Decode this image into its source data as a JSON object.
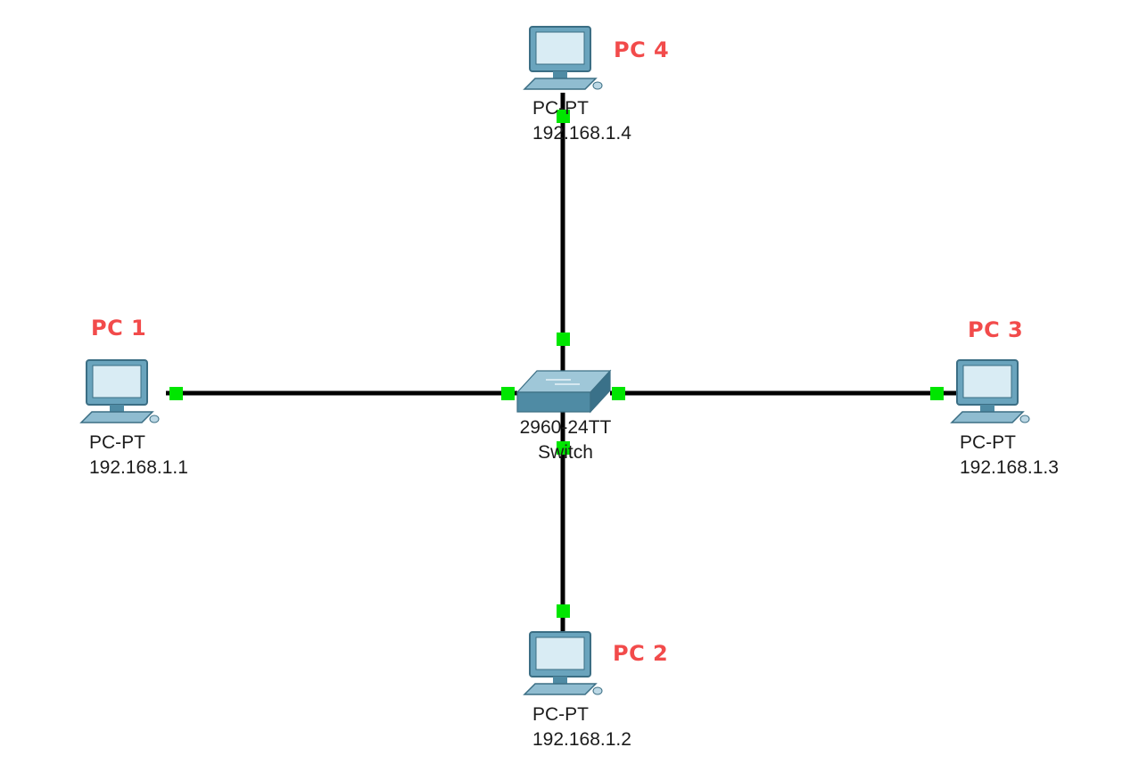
{
  "diagram": {
    "switch": {
      "model": "2960-24TT",
      "type": "Switch"
    },
    "pcs": [
      {
        "id": "pc1",
        "name": "PC 1",
        "model": "PC-PT",
        "ip": "192.168.1.1"
      },
      {
        "id": "pc2",
        "name": "PC 2",
        "model": "PC-PT",
        "ip": "192.168.1.2"
      },
      {
        "id": "pc3",
        "name": "PC 3",
        "model": "PC-PT",
        "ip": "192.168.1.3"
      },
      {
        "id": "pc4",
        "name": "PC 4",
        "model": "PC-PT",
        "ip": "192.168.1.4"
      }
    ],
    "links": [
      {
        "from": "pc1",
        "to": "switch",
        "status": "up"
      },
      {
        "from": "pc2",
        "to": "switch",
        "status": "up"
      },
      {
        "from": "pc3",
        "to": "switch",
        "status": "up"
      },
      {
        "from": "pc4",
        "to": "switch",
        "status": "up"
      }
    ],
    "colors": {
      "link": "#000000",
      "link_up": "#00e600",
      "pc_name": "#f24b4b",
      "device_body": "#5f9cb6"
    }
  }
}
